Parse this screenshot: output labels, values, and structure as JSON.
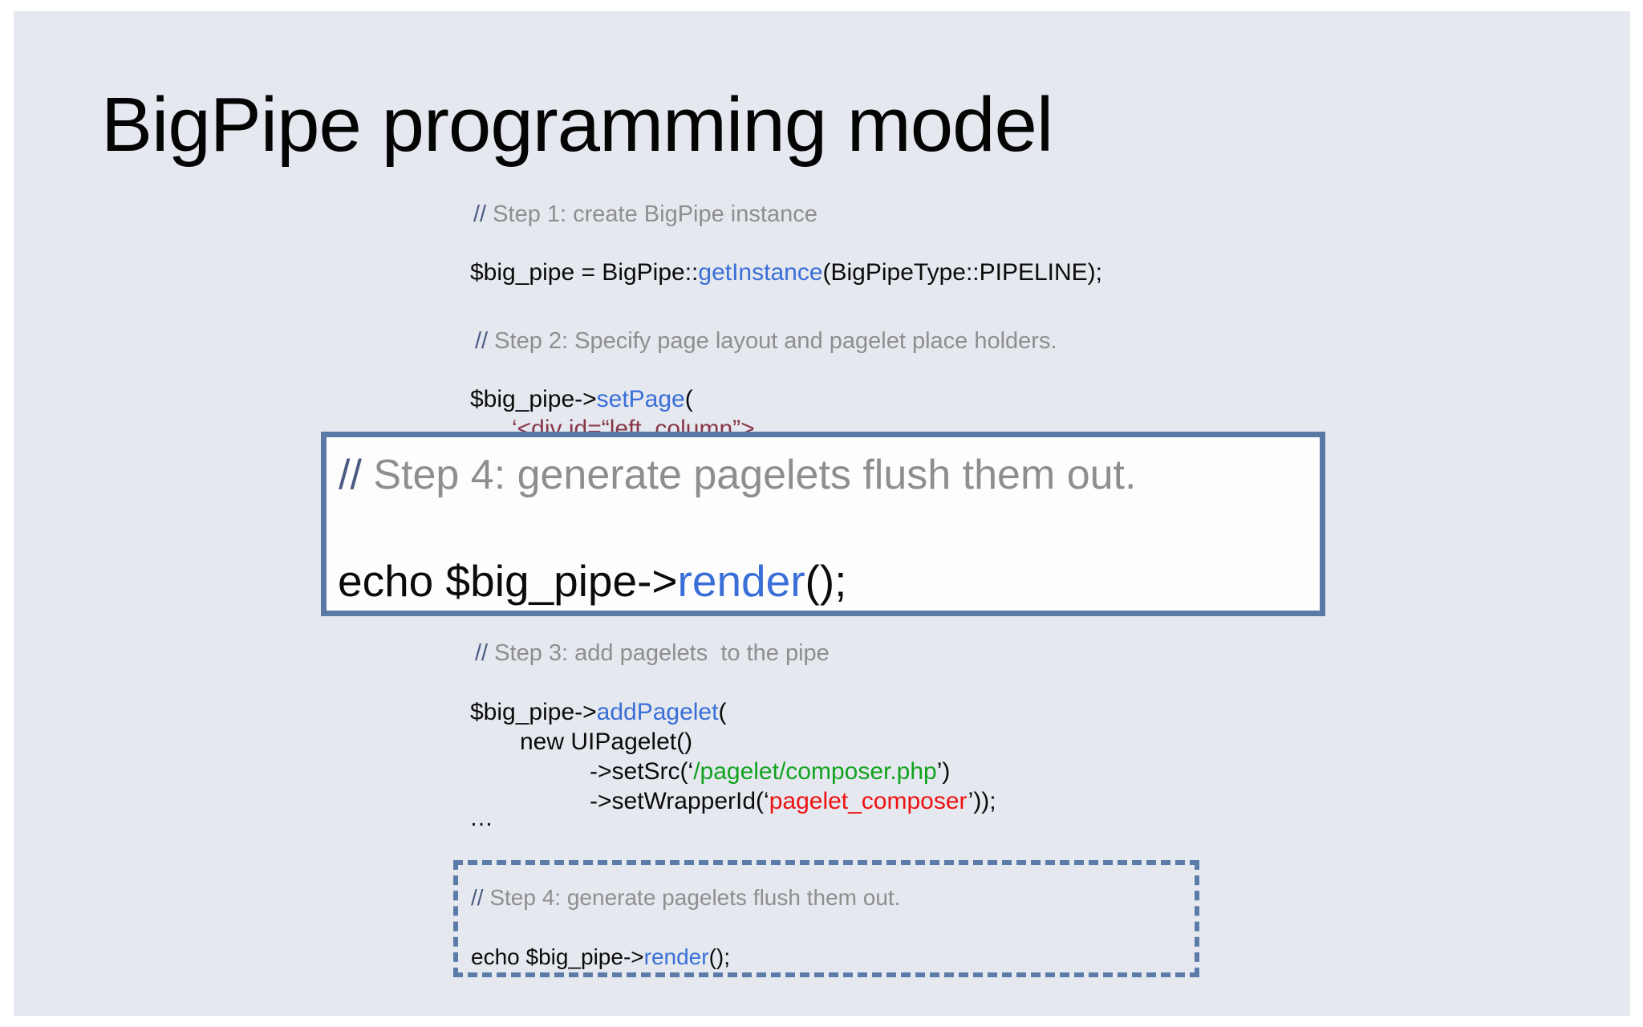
{
  "slide": {
    "title": "BigPipe programming model",
    "background": "#e5e8ef",
    "frame_background": "#ffffff"
  },
  "colors": {
    "comment_gray": "#8e8e8e",
    "comment_slash_blue": "#4a5b82",
    "code_black": "#0b0b0b",
    "method_blue": "#3a6fd8",
    "string_green": "#11a21f",
    "string_red": "#ee1212",
    "string_maroon": "#883748",
    "box_border_blue": "#5a7aa6"
  },
  "code": {
    "step1_comment": {
      "slashes": "//",
      "text": " Step 1: create BigPipe instance"
    },
    "step1_line": {
      "a": "$big_pipe = BigPipe::",
      "b": "getInstance",
      "c": "(BigPipeType::PIPELINE);"
    },
    "step2_comment": {
      "slashes": "//",
      "text": " Step 2: Specify page layout and pagelet place holders."
    },
    "step2_line": {
      "a": "$big_pipe->",
      "b": "setPage",
      "c": "("
    },
    "step2_html": "‘<div id=“left_column”>",
    "step3_comment": {
      "slashes": "//",
      "text": " Step 3: add pagelets  to the pipe"
    },
    "step3_line1": {
      "a": "$big_pipe->",
      "b": "addPagelet",
      "c": "("
    },
    "step3_line2": "new UIPagelet()",
    "step3_line3": {
      "a": "->setSrc(‘",
      "b": "/pagelet/composer.php",
      "c": "’)"
    },
    "step3_line4": {
      "a": "->setWrapperId(‘",
      "b": "pagelet_composer",
      "c": "’));"
    },
    "ellipsis": "…"
  },
  "overlay_box": {
    "comment": {
      "slashes": "//",
      "text": " Step 4: generate pagelets flush them out."
    },
    "line": {
      "a": "echo $big_pipe->",
      "b": "render",
      "c": "();"
    }
  },
  "dashed_box": {
    "comment": {
      "slashes": "//",
      "text": " Step 4: generate pagelets flush them out."
    },
    "line": {
      "a": "echo $big_pipe->",
      "b": "render",
      "c": "();"
    }
  }
}
